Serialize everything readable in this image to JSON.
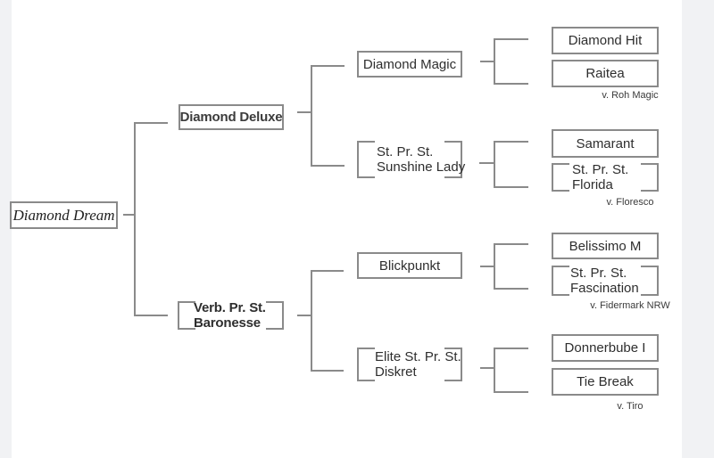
{
  "colors": {
    "line": "#8a8a8a",
    "text": "#2e2e2e",
    "caption": "#3a3a3a",
    "gutter": "#f1f2f4",
    "background": "#ffffff"
  },
  "chart_type": "pedigree-family-tree",
  "nodes": {
    "root": {
      "label": "Diamond Dream"
    },
    "sire": {
      "label": "Diamond Deluxe"
    },
    "dam": {
      "line1": "Verb. Pr. St.",
      "line2": "Baronesse"
    },
    "sire_sire": {
      "label": "Diamond Magic"
    },
    "sire_dam": {
      "line1": "St. Pr. St.",
      "line2": "Sunshine Lady"
    },
    "dam_sire": {
      "label": "Blickpunkt"
    },
    "dam_dam": {
      "line1": "Elite St. Pr. St.",
      "line2": "Diskret"
    },
    "sire_sire_sire": {
      "label": "Diamond Hit"
    },
    "sire_sire_dam": {
      "label": "Raitea",
      "caption": "v. Roh Magic"
    },
    "sire_dam_sire": {
      "label": "Samarant"
    },
    "sire_dam_dam": {
      "line1": "St. Pr. St.",
      "line2": "Florida",
      "caption": "v. Floresco"
    },
    "dam_sire_sire": {
      "label": "Belissimo M"
    },
    "dam_sire_dam": {
      "line1": "St. Pr. St.",
      "line2": "Fascination",
      "caption": "v. Fidermark NRW"
    },
    "dam_dam_sire": {
      "label": "Donnerbube I"
    },
    "dam_dam_dam": {
      "label": "Tie Break",
      "caption": "v. Tiro"
    }
  }
}
